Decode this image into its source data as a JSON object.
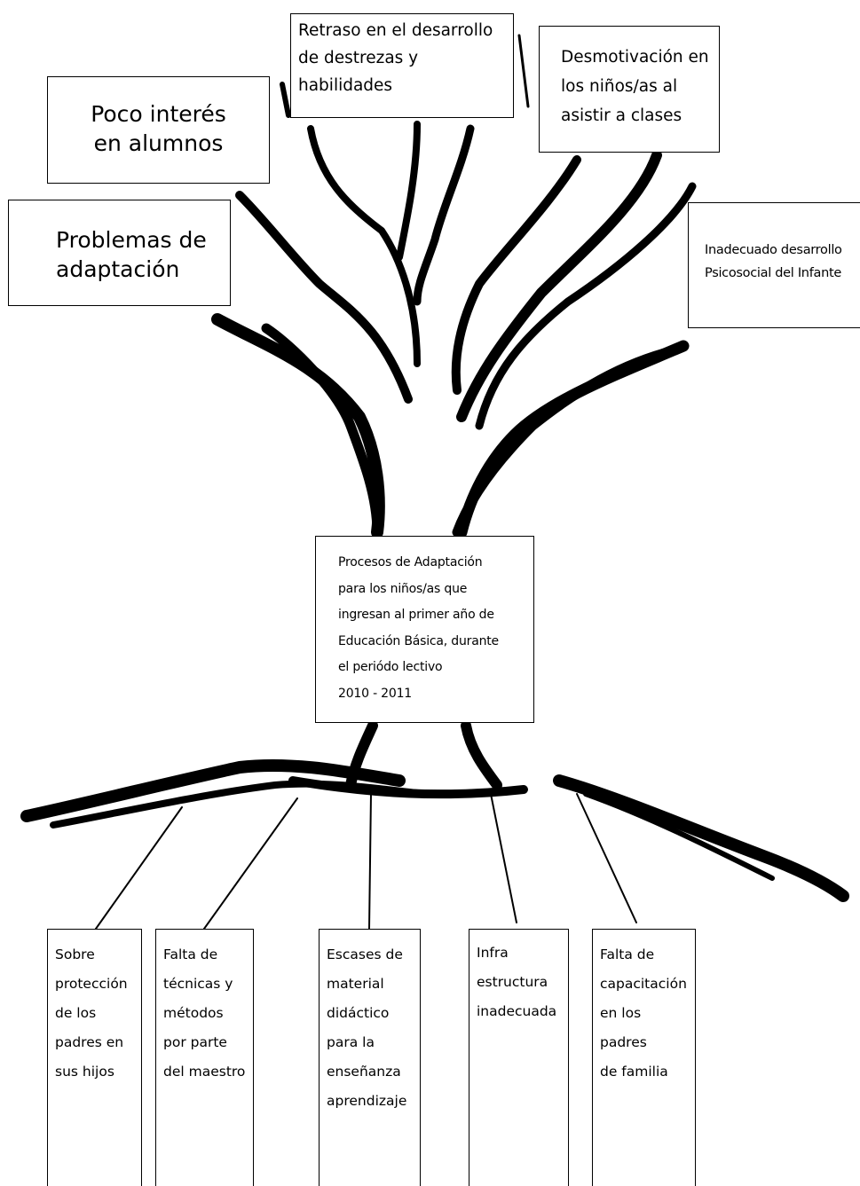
{
  "title": "",
  "central_problem": {
    "text": "Procesos de Adaptación\npara los niños/as que\ningresan al primer año de\nEducación Básica, durante\nel periódo lectivo\n2010 - 2011"
  },
  "effects": [
    {
      "text": "Poco interés\nen alumnos"
    },
    {
      "text": "Problemas de\nadaptación"
    },
    {
      "text": "Retraso en el desarrollo\nde destrezas y\nhabilidades"
    },
    {
      "text": "Desmotivación en\nlos niños/as al\nasistir a clases"
    },
    {
      "text": "Inadecuado desarrollo\nPsicosocial del Infante"
    }
  ],
  "causes": [
    {
      "text": "Sobre\nprotección\nde los\npadres en\nsus hijos"
    },
    {
      "text": "Falta de\ntécnicas y\nmétodos\npor parte\ndel maestro"
    },
    {
      "text": "Escases de\nmaterial\ndidáctico\npara la\nenseñanza\naprendizaje"
    },
    {
      "text": "Infra\nestructura\ninadecuada"
    },
    {
      "text": "Falta de\ncapacitación\nen los\npadres\nde familia"
    }
  ],
  "colors": {
    "ink": "#000000",
    "background": "#ffffff"
  }
}
